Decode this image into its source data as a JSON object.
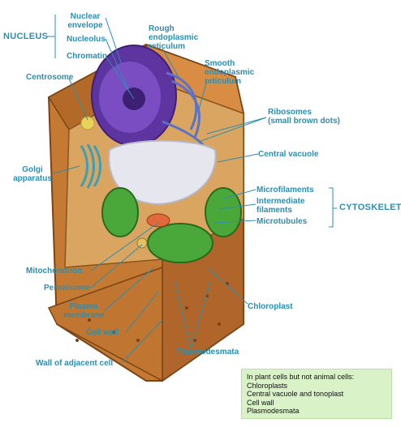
{
  "labels": {
    "nucleus": "NUCLEUS",
    "nuclear_envelope": "Nuclear\nenvelope",
    "nucleolus": "Nucleolus",
    "chromatin": "Chromatin",
    "rough_er": "Rough\nendoplasmic\nreticulum",
    "smooth_er": "Smooth\nendoplasmic\nreticulum",
    "centrosome": "Centrosome",
    "ribosomes": "Ribosomes\n(small brown dots)",
    "central_vacuole": "Central vacuole",
    "golgi": "Golgi\napparatus",
    "microfilaments": "Microfilaments",
    "intermediate_filaments": "Intermediate\nfilaments",
    "microtubules": "Microtubules",
    "cytoskeleton": "CYTOSKELETON",
    "mitochondrion": "Mitochondrion",
    "peroxisome": "Peroxisome",
    "plasma_membrane": "Plasma\nmembrane",
    "chloroplast": "Chloroplast",
    "cell_wall": "Cell wall",
    "plasmodesmata": "Plasmodesmata",
    "wall_adjacent": "Wall of adjacent cell"
  },
  "legend": {
    "heading": "In plant cells but not animal cells:",
    "items": [
      "Chloroplasts",
      "Central vacuole and tonoplast",
      "Cell wall",
      "Plasmodesmata"
    ]
  },
  "colors": {
    "label_text": "#2a8fb0",
    "wall": "#b8722e",
    "wall_dark": "#8a4f1c",
    "cytoplasm": "#d4a056",
    "nucleus": "#6b3fa6",
    "chloroplast": "#3f9a2a",
    "vacuole": "#e8e8ee",
    "legend_bg": "#d9f2c7"
  }
}
